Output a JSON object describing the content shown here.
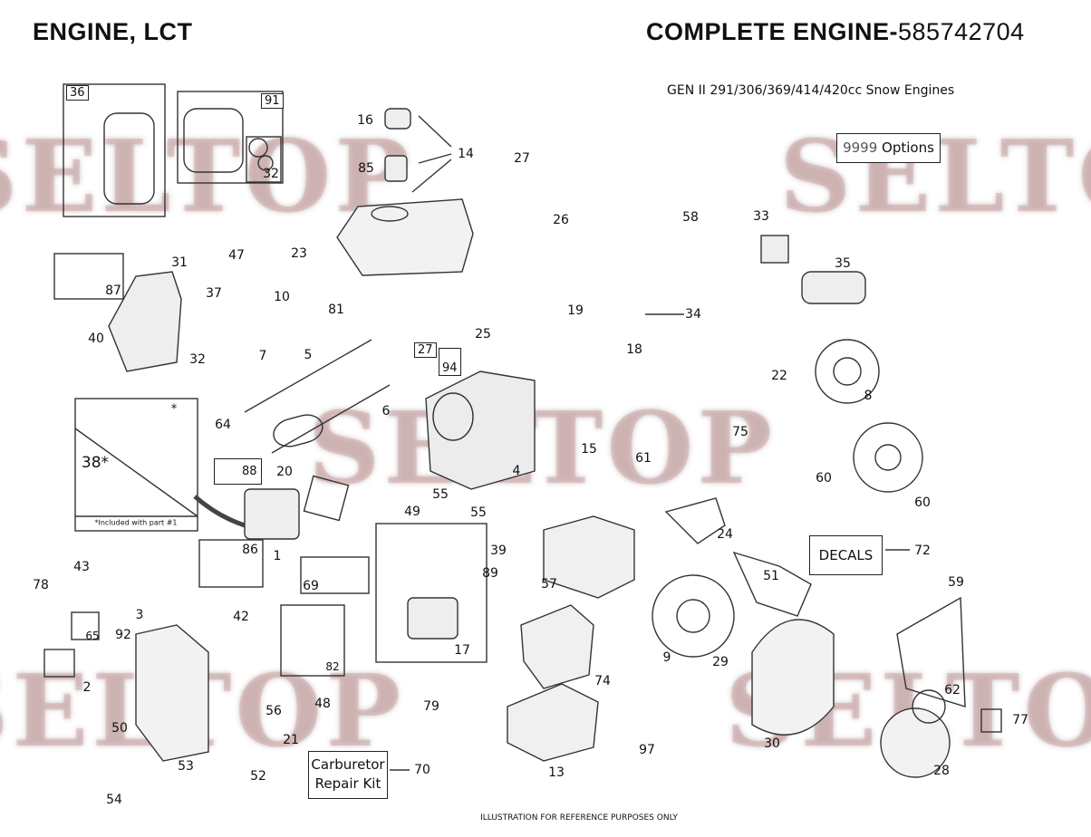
{
  "header": {
    "left_title": "ENGINE, LCT",
    "right_title_text": "COMPLETE ENGINE-",
    "right_title_number": "585742704",
    "subtitle": "GEN II 291/306/369/414/420cc Snow Engines"
  },
  "watermark": "SELTOP",
  "options_box": {
    "number": "9999",
    "label": "Options"
  },
  "decals_label": "DECALS",
  "carb_kit": {
    "line1": "Carburetor",
    "line2": "Repair Kit"
  },
  "included_note": "*Included with part #1",
  "asterisk": "*",
  "footer": "ILLUSTRATION FOR REFERENCE PURPOSES ONLY",
  "boxed_parts": [
    "36",
    "91",
    "27",
    "94",
    "88"
  ],
  "part_numbers": [
    "32",
    "16",
    "85",
    "14",
    "27",
    "26",
    "58",
    "33",
    "35",
    "47",
    "23",
    "31",
    "87",
    "37",
    "10",
    "81",
    "19",
    "34",
    "25",
    "18",
    "40",
    "32",
    "7",
    "5",
    "22",
    "8",
    "64",
    "6",
    "75",
    "15",
    "61",
    "4",
    "38*",
    "20",
    "60",
    "60",
    "55",
    "49",
    "55",
    "24",
    "39",
    "89",
    "86",
    "1",
    "57",
    "72",
    "51",
    "59",
    "43",
    "78",
    "69",
    "3",
    "42",
    "92",
    "65",
    "17",
    "74",
    "9",
    "29",
    "82",
    "2",
    "62",
    "48",
    "56",
    "79",
    "50",
    "21",
    "77",
    "97",
    "30",
    "53",
    "52",
    "13",
    "70",
    "28",
    "54"
  ]
}
